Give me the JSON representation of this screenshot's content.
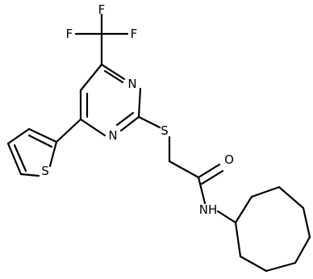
{
  "diagram": {
    "type": "chemical-structure",
    "atoms": {
      "F1": "F",
      "F2": "F",
      "F3": "F",
      "N_top": "N",
      "N_mid": "N",
      "S_thiophene": "S",
      "S_thioether": "S",
      "O": "O",
      "NH": "NH"
    }
  }
}
